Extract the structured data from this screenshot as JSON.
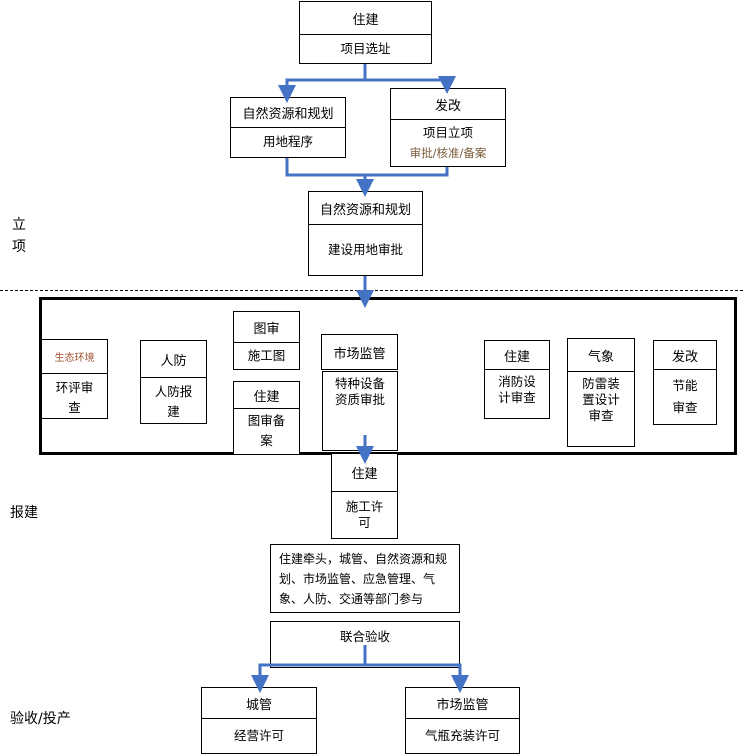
{
  "nodes": {
    "n1": {
      "header": "住建",
      "body": "项目选址"
    },
    "n2": {
      "header": "自然资源和规划",
      "body": "用地程序"
    },
    "n3": {
      "header": "发改",
      "body": "项目立项",
      "body2": "审批/核准/备案"
    },
    "n4": {
      "header": "自然资源和规划",
      "body": "建设用地审批"
    },
    "n5": {
      "header": "生态环境",
      "body": "环评审",
      "body2": "查"
    },
    "n6": {
      "header": "人防",
      "body": "人防报",
      "body2": "建"
    },
    "n7": {
      "header": "图审",
      "body": "施工图"
    },
    "n8": {
      "header": "住建",
      "body": "图审备",
      "body2": "案"
    },
    "n9": {
      "header": "市场监管",
      "body": "特种设备",
      "body2": "资质审批"
    },
    "n10": {
      "header": "住建",
      "body": "消防设",
      "body2": "计审查"
    },
    "n11": {
      "header": "气象",
      "body": "防雷装",
      "body2": "置设计",
      "body3": "审查"
    },
    "n12": {
      "header": "发改",
      "body": "节能",
      "body2": "审查"
    },
    "n13": {
      "header": "住建",
      "body": "施工许",
      "body2": "可"
    },
    "n14": {
      "body": "住建牵头，城管、自然资源和规划、市场监管、应急管理、气象、人防、交通等部门参与"
    },
    "n15": {
      "body": "联合验收"
    },
    "n16": {
      "header": "城管",
      "body": "经营许可"
    },
    "n17": {
      "header": "市场监管",
      "body": "气瓶充装许可"
    }
  },
  "stages": {
    "lixiang_1": "立",
    "lixiang_2": "项",
    "baojian": "报建",
    "yanshou": "验收/投产"
  },
  "colors": {
    "arrow": "#4472c4"
  }
}
